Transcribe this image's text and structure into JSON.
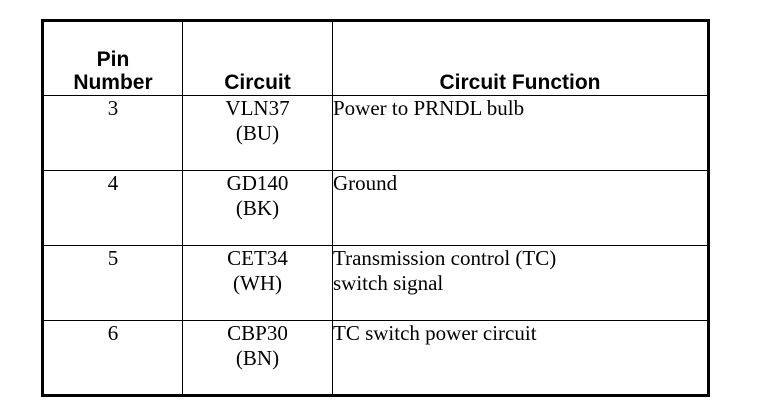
{
  "table": {
    "columns": [
      {
        "id": "pin",
        "header_lines": [
          "Pin",
          "Number"
        ]
      },
      {
        "id": "circuit",
        "header_lines": [
          "Circuit"
        ]
      },
      {
        "id": "function",
        "header_lines": [
          "Circuit Function"
        ]
      }
    ],
    "rows": [
      {
        "pin": "3",
        "circuit_code": "VLN37",
        "circuit_color": "(BU)",
        "function_lines": [
          "Power to PRNDL bulb"
        ]
      },
      {
        "pin": "4",
        "circuit_code": "GD140",
        "circuit_color": "(BK)",
        "function_lines": [
          "Ground"
        ]
      },
      {
        "pin": "5",
        "circuit_code": "CET34",
        "circuit_color": "(WH)",
        "function_lines": [
          "Transmission control (TC)",
          "switch signal"
        ]
      },
      {
        "pin": "6",
        "circuit_code": "CBP30",
        "circuit_color": "(BN)",
        "function_lines": [
          "TC switch power circuit"
        ]
      }
    ]
  },
  "colors": {
    "border": "#000000",
    "text": "#000000",
    "background": "#ffffff"
  }
}
